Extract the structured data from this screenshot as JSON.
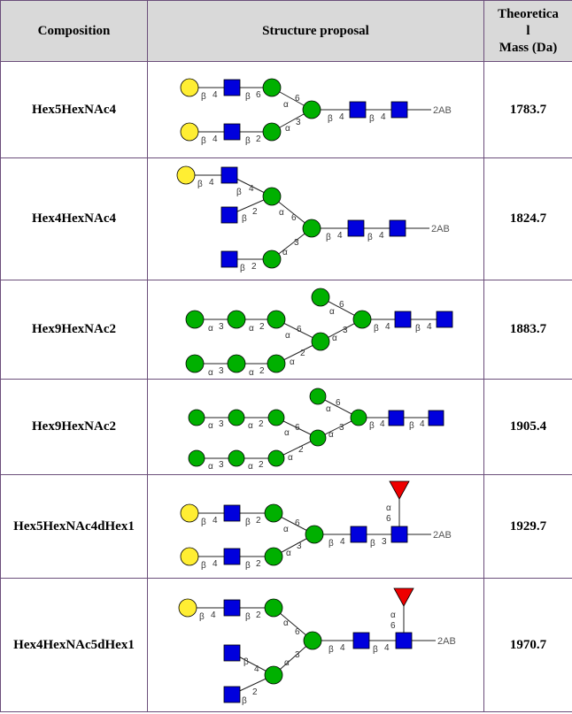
{
  "table": {
    "headers": {
      "composition": "Composition",
      "structure": "Structure proposal",
      "mass_line1": "Theoretica",
      "mass_line2": "l",
      "mass_line3": "Mass (Da)"
    },
    "rows": [
      {
        "composition": "Hex5HexNAc4",
        "mass": "1783.7",
        "reducing_end": "2AB",
        "labels": [
          "β",
          "4",
          "β",
          "6",
          "α",
          "6",
          "β",
          "4",
          "β",
          "2",
          "α",
          "3",
          "β",
          "4",
          "β",
          "4"
        ]
      },
      {
        "composition": "Hex4HexNAc4",
        "mass": "1824.7",
        "reducing_end": "2AB",
        "labels": [
          "β",
          "4",
          "β",
          "4",
          "β",
          "2",
          "α",
          "6",
          "β",
          "2",
          "α",
          "3",
          "β",
          "4",
          "β",
          "4"
        ]
      },
      {
        "composition": "Hex9HexNAc2",
        "mass": "1883.7",
        "labels": [
          "α",
          "6",
          "α",
          "3",
          "α",
          "2",
          "α",
          "6",
          "α",
          "3",
          "α",
          "2",
          "α",
          "3",
          "α",
          "2",
          "β",
          "4",
          "β",
          "4"
        ]
      },
      {
        "composition": "Hex9HexNAc2",
        "mass": "1905.4",
        "labels": [
          "α",
          "6",
          "α",
          "3",
          "α",
          "2",
          "α",
          "6",
          "α",
          "3",
          "α",
          "2",
          "α",
          "3",
          "α",
          "2",
          "β",
          "4",
          "β",
          "4"
        ]
      },
      {
        "composition": "Hex5HexNAc4dHex1",
        "mass": "1929.7",
        "reducing_end": "2AB",
        "labels": [
          "β",
          "4",
          "β",
          "2",
          "α",
          "6",
          "β",
          "4",
          "β",
          "2",
          "α",
          "3",
          "β",
          "4",
          "β",
          "3",
          "α",
          "6"
        ]
      },
      {
        "composition": "Hex4HexNAc5dHex1",
        "mass": "1970.7",
        "reducing_end": "2AB",
        "labels": [
          "β",
          "4",
          "β",
          "2",
          "α",
          "6",
          "β",
          "4",
          "β",
          "2",
          "α",
          "3",
          "β",
          "4",
          "β",
          "4",
          "α",
          "6"
        ]
      }
    ]
  },
  "colors": {
    "mannose_glucose": "#00b000",
    "galactose": "#ffee33",
    "glcnac": "#0000dd",
    "fucose": "#ee0000",
    "header_bg": "#d9d9d9",
    "border": "#6b4e7a"
  },
  "icons": {
    "green_circle": "hexose-circle-icon",
    "yellow_circle": "galactose-circle-icon",
    "blue_square": "hexnac-square-icon",
    "red_triangle": "fucose-triangle-icon"
  }
}
